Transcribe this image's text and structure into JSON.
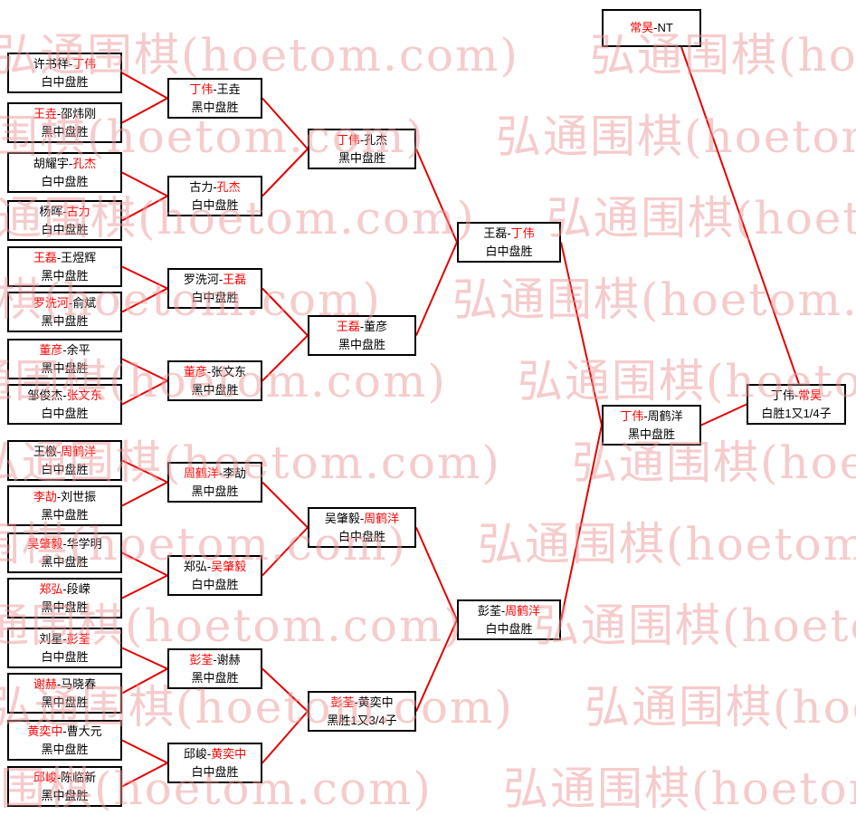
{
  "separator": "-",
  "watermark": {
    "text": "弘通围棋(hoetom.com)"
  },
  "colors": {
    "winner_name": "#ff0000",
    "connector_line": "#e60000",
    "box_border": "#000000",
    "box_background": "#ffffff",
    "watermark_pink": "#ee9999"
  },
  "bracket": {
    "seed_match": {
      "p1": "常昊",
      "p2": "NT",
      "winner": 1
    },
    "rounds": [
      {
        "name": "round-1",
        "matches": [
          {
            "p1": "许书祥",
            "p2": "丁伟",
            "winner": 2,
            "result": "白中盘胜"
          },
          {
            "p1": "王垚",
            "p2": "邵炜刚",
            "winner": 1,
            "result": "黑中盘胜"
          },
          {
            "p1": "胡耀宇",
            "p2": "孔杰",
            "winner": 2,
            "result": "白中盘胜"
          },
          {
            "p1": "杨晖",
            "p2": "古力",
            "winner": 2,
            "result": "白中盘胜"
          },
          {
            "p1": "王磊",
            "p2": "王煜辉",
            "winner": 1,
            "result": "黑中盘胜"
          },
          {
            "p1": "罗洗河",
            "p2": "俞斌",
            "winner": 1,
            "result": "黑中盘胜"
          },
          {
            "p1": "董彦",
            "p2": "余平",
            "winner": 1,
            "result": "黑中盘胜"
          },
          {
            "p1": "邹俊杰",
            "p2": "张文东",
            "winner": 2,
            "result": "白中盘胜"
          },
          {
            "p1": "王檄",
            "p2": "周鹤洋",
            "winner": 2,
            "result": "白中盘胜"
          },
          {
            "p1": "李劼",
            "p2": "刘世振",
            "winner": 1,
            "result": "黑中盘胜"
          },
          {
            "p1": "吴肇毅",
            "p2": "华学明",
            "winner": 1,
            "result": "黑中盘胜"
          },
          {
            "p1": "郑弘",
            "p2": "段嵘",
            "winner": 1,
            "result": "黑中盘胜"
          },
          {
            "p1": "刘星",
            "p2": "彭荃",
            "winner": 2,
            "result": "白中盘胜"
          },
          {
            "p1": "谢赫",
            "p2": "马晓春",
            "winner": 1,
            "result": "黑中盘胜"
          },
          {
            "p1": "黄奕中",
            "p2": "曹大元",
            "winner": 1,
            "result": "黑中盘胜"
          },
          {
            "p1": "邱峻",
            "p2": "陈临新",
            "winner": 1,
            "result": "黑中盘胜"
          }
        ]
      },
      {
        "name": "round-2",
        "matches": [
          {
            "p1": "丁伟",
            "p2": "王垚",
            "winner": 1,
            "result": "黑中盘胜"
          },
          {
            "p1": "古力",
            "p2": "孔杰",
            "winner": 2,
            "result": "白中盘胜"
          },
          {
            "p1": "罗洗河",
            "p2": "王磊",
            "winner": 2,
            "result": "白中盘胜"
          },
          {
            "p1": "董彦",
            "p2": "张文东",
            "winner": 1,
            "result": "黑中盘胜"
          },
          {
            "p1": "周鹤洋",
            "p2": "李劼",
            "winner": 1,
            "result": "黑中盘胜"
          },
          {
            "p1": "郑弘",
            "p2": "吴肇毅",
            "winner": 2,
            "result": "白中盘胜"
          },
          {
            "p1": "彭荃",
            "p2": "谢赫",
            "winner": 1,
            "result": "黑中盘胜"
          },
          {
            "p1": "邱峻",
            "p2": "黄奕中",
            "winner": 2,
            "result": "白中盘胜"
          }
        ]
      },
      {
        "name": "quarterfinal",
        "matches": [
          {
            "p1": "丁伟",
            "p2": "孔杰",
            "winner": 1,
            "result": "黑中盘胜"
          },
          {
            "p1": "王磊",
            "p2": "董彦",
            "winner": 1,
            "result": "黑中盘胜"
          },
          {
            "p1": "吴肇毅",
            "p2": "周鹤洋",
            "winner": 2,
            "result": "白中盘胜"
          },
          {
            "p1": "彭荃",
            "p2": "黄奕中",
            "winner": 1,
            "result": "黑胜1又3/4子"
          }
        ]
      },
      {
        "name": "semifinal",
        "matches": [
          {
            "p1": "王磊",
            "p2": "丁伟",
            "winner": 2,
            "result": "白中盘胜"
          },
          {
            "p1": "彭荃",
            "p2": "周鹤洋",
            "winner": 2,
            "result": "白中盘胜"
          }
        ]
      },
      {
        "name": "challenger-final",
        "matches": [
          {
            "p1": "丁伟",
            "p2": "周鹤洋",
            "winner": 1,
            "result": "黑中盘胜"
          }
        ]
      },
      {
        "name": "title-match",
        "matches": [
          {
            "p1": "丁伟",
            "p2": "常昊",
            "winner": 2,
            "result": "白胜1又1/4子"
          }
        ]
      }
    ]
  }
}
